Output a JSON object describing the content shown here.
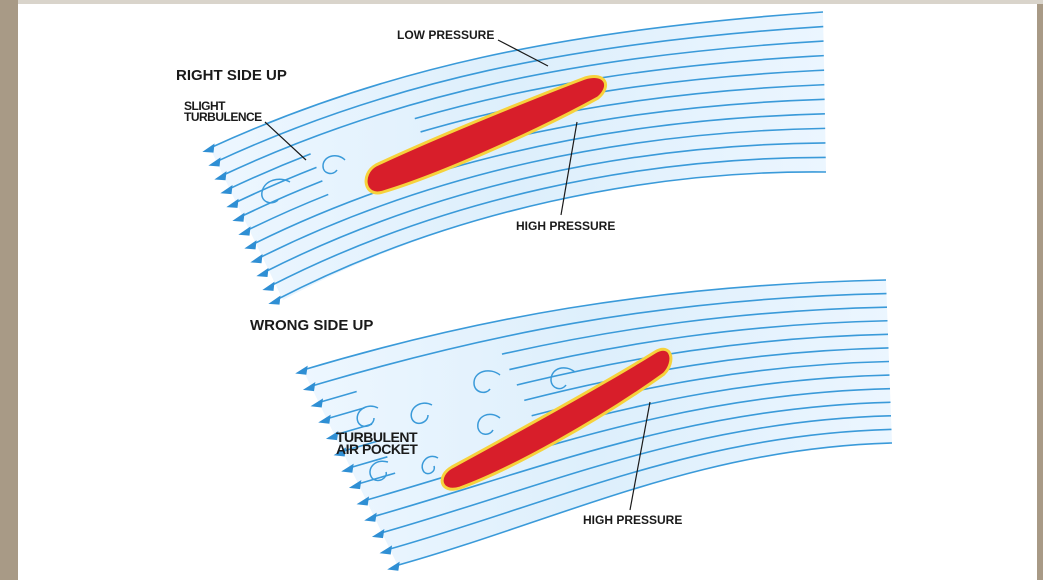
{
  "diagram": {
    "top": {
      "title": "RIGHT SIDE UP",
      "low_pressure": "LOW PRESSURE",
      "slight_turbulence_line1": "SLIGHT",
      "slight_turbulence_line2": "TURBULENCE",
      "high_pressure": "HIGH PRESSURE"
    },
    "bottom": {
      "title": "WRONG SIDE UP",
      "turbulent_line1": "TURBULENT",
      "turbulent_line2": "AIR POCKET",
      "high_pressure": "HIGH PRESSURE"
    }
  },
  "colors": {
    "background": "#a89a86",
    "panel": "#ffffff",
    "flow_line": "#3a9ad9",
    "flow_fill": "#dcefff",
    "wing_fill": "#d81e2a",
    "wing_outline": "#f6d23c",
    "text": "#1a1a1a"
  }
}
